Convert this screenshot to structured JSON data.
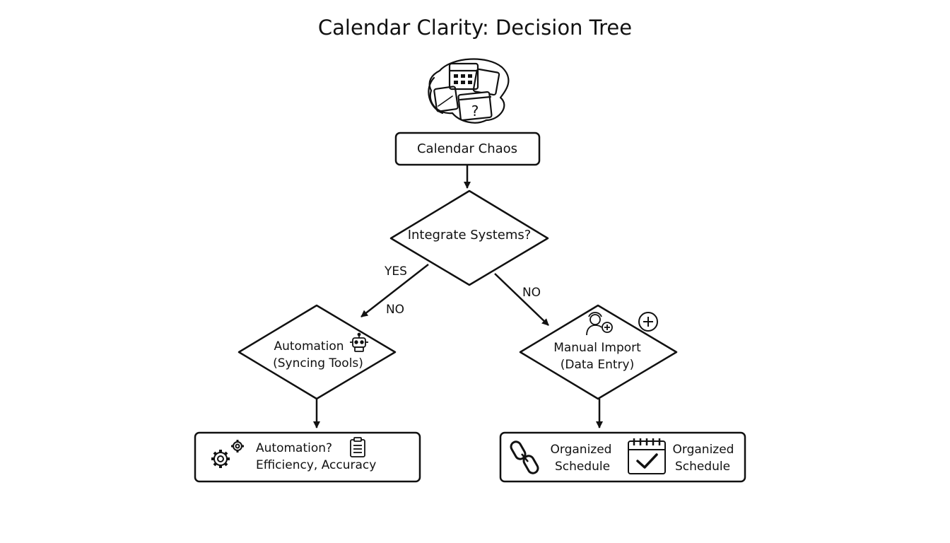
{
  "title": "Calendar Clarity: Decision Tree",
  "nodes": {
    "start": {
      "label": "Calendar Chaos"
    },
    "decision_main": {
      "label": "Integrate Systems?"
    },
    "decision_auto": {
      "line1": "Automation",
      "line2": "(Syncing Tools)"
    },
    "decision_manual": {
      "line1": "Manual Import",
      "line2": "(Data Entry)"
    },
    "result_auto": {
      "line1": "Automation?",
      "line2": "Efficiency, Accuracy"
    },
    "result_manual": {
      "left": {
        "line1": "Organized",
        "line2": "Schedule"
      },
      "right": {
        "line1": "Organized",
        "line2": "Schedule"
      }
    }
  },
  "edges": {
    "yes_label": "YES",
    "no_label_left": "NO",
    "no_label_right": "NO"
  },
  "icons": {
    "header": "calendar-chaos-icon",
    "automation": "robot-icon",
    "manual_person": "person-add-icon",
    "manual_plus": "plus-circle-icon",
    "result_auto_gears": "gears-icon",
    "result_auto_list": "clipboard-list-icon",
    "result_manual_link": "chain-link-icon",
    "result_manual_calendar": "calendar-check-icon"
  }
}
